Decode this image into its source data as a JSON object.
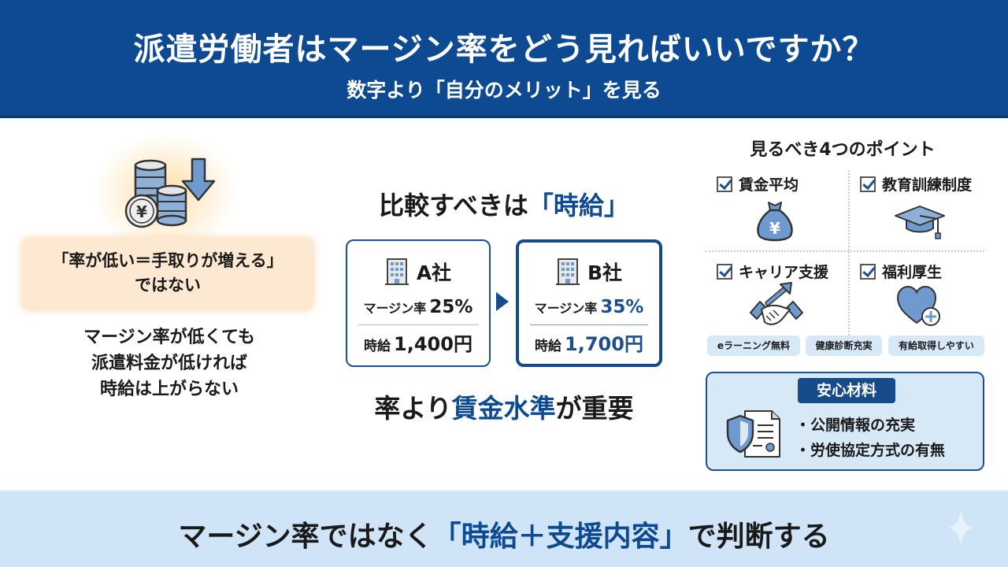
{
  "header": {
    "title": "派遣労働者はマージン率をどう見ればいいですか？",
    "subtitle": "数字より「自分のメリット」を見る"
  },
  "left": {
    "icon": "coins-down-icon",
    "myth_line1": "「率が低い＝手取りが増える」",
    "myth_line2": "ではない",
    "explanation": [
      "マージン率が低くても",
      "派遣料金が低ければ",
      "時給は上がらない"
    ]
  },
  "center": {
    "title_prefix": "比較すべきは",
    "title_highlight": "「時給」",
    "companies": [
      {
        "name": "A社",
        "margin_label": "マージン率",
        "margin_value": "25%",
        "wage_label": "時給",
        "wage_value": "1,400円"
      },
      {
        "name": "B社",
        "margin_label": "マージン率",
        "margin_value": "35%",
        "wage_label": "時給",
        "wage_value": "1,700円"
      }
    ],
    "claim_prefix": "率より",
    "claim_highlight": "賃金水準",
    "claim_suffix": "が重要"
  },
  "right": {
    "title": "見るべき4つのポイント",
    "points": [
      {
        "label": "賃金平均",
        "icon": "money-bag-yen-icon"
      },
      {
        "label": "教育訓練制度",
        "icon": "graduation-cap-icon"
      },
      {
        "label": "キャリア支援",
        "icon": "handshake-arrow-icon"
      },
      {
        "label": "福利厚生",
        "icon": "heart-plus-icon"
      }
    ],
    "tags": [
      "eラーニング無料",
      "健康診断充実",
      "有給取得しやすい"
    ],
    "safety": {
      "label": "安心材料",
      "items": [
        "・公開情報の充実",
        "・労使協定方式の有無"
      ]
    }
  },
  "footer": {
    "prefix": "マージン率ではなく",
    "highlight": "「時給＋支援内容」",
    "suffix": "で判断する"
  },
  "colors": {
    "primary": "#0e4a92",
    "footer_bg": "#cfe5f7",
    "myth_bg": "#fde8d2",
    "tag_bg": "#d7e8f7"
  }
}
